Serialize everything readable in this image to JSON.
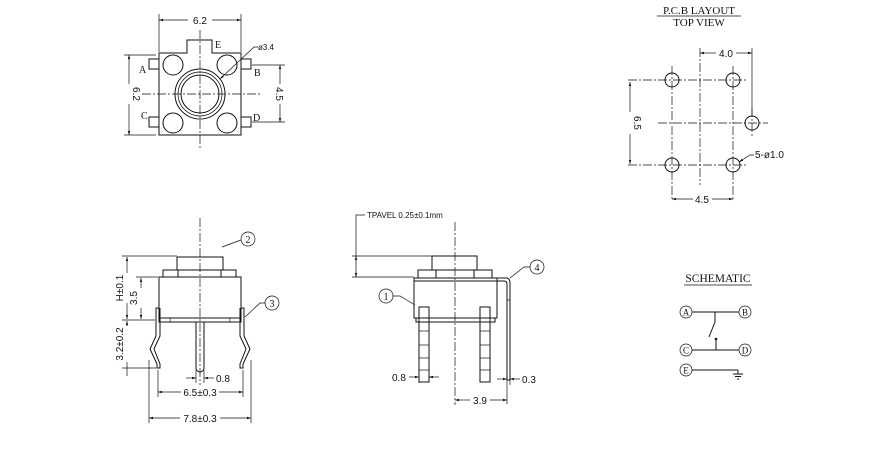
{
  "top_view": {
    "width_dim": "6.2",
    "height_dim": "6.2",
    "pitch_dim": "4.5",
    "button_dia": "ø3.4",
    "pins": [
      "A",
      "B",
      "C",
      "D",
      "E"
    ]
  },
  "pcb_layout": {
    "title": "P.C.B LAYOUT",
    "subtitle": "TOP VIEW",
    "dim_top": "4.0",
    "dim_left": "6.5",
    "dim_bottom": "4.5",
    "holes": "5-ø1.0"
  },
  "front_view": {
    "height_dim": "H±0.1",
    "body_dim": "3.5",
    "lead_dim": "3.2±0.2",
    "lead_width": "0.8",
    "pitch_dim": "6.5±0.3",
    "overall_dim": "7.8±0.3",
    "callout_2": "2",
    "callout_3": "3"
  },
  "side_view": {
    "travel_label": "TPAVEL  0.25±0.1mm",
    "lead_width": "0.8",
    "terminal_thickness": "0.3",
    "offset_dim": "3.9",
    "callout_1": "1",
    "callout_4": "4"
  },
  "schematic": {
    "title": "SCHEMATIC",
    "nodes": [
      "A",
      "B",
      "C",
      "D",
      "E"
    ]
  }
}
